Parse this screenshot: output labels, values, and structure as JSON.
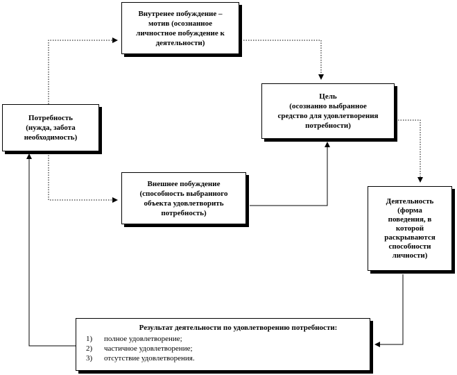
{
  "colors": {
    "line": "#000000",
    "background": "#ffffff"
  },
  "nodes": {
    "need": {
      "lines": [
        "Потребность",
        "(нужда, забота",
        "необходимость)"
      ]
    },
    "motive": {
      "lines": [
        "Внутренее побуждение –",
        "мотив (осознанное",
        "личностное побуждение к",
        "деятельности)"
      ]
    },
    "goal": {
      "lines": [
        "Цель",
        "(осознанно выбранное",
        "средство для удовлетворения",
        "потребности)"
      ]
    },
    "external": {
      "lines": [
        "Внешнее побуждение",
        "(способность выбранного",
        "объекта удовлетворить",
        "потребность)"
      ]
    },
    "activity": {
      "lines": [
        "Деятельность",
        "(форма",
        "поведения, в",
        "которой",
        "раскрываются",
        "способности",
        "личности)"
      ]
    },
    "result": {
      "title": "Результат деятельности по удовлетворению потребности:",
      "items": [
        {
          "num": "1)",
          "text": "полное удовлетворение;"
        },
        {
          "num": "2)",
          "text": "частичное удовлетворение;"
        },
        {
          "num": "3)",
          "text": "отсутствие удовлетворения."
        }
      ]
    }
  }
}
